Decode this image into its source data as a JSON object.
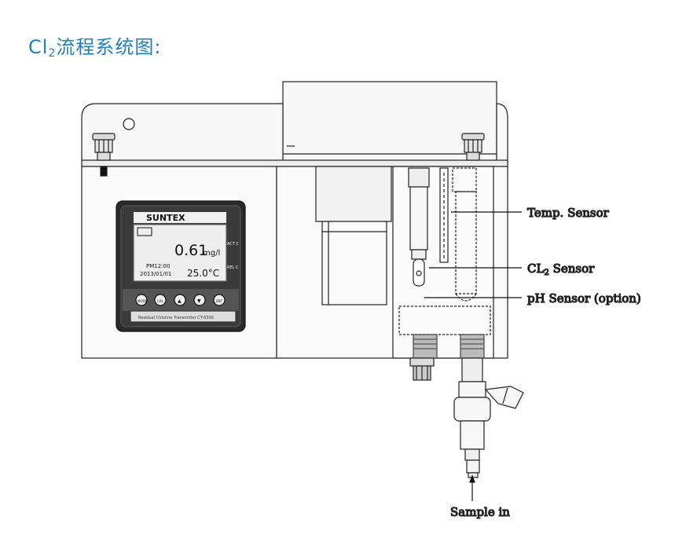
{
  "title": {
    "prefix": "Cl",
    "sub": "2",
    "rest": "流程系统图:"
  },
  "device": {
    "brand": "SUNTEX",
    "reading": "0.61",
    "unit": "mg/l",
    "time": "PM12:00",
    "date": "2013/01/01",
    "temperature": "25.0°C",
    "side_labels": [
      "ACT C",
      "REL C"
    ],
    "buttons": [
      "MODE",
      "CAL",
      "▲",
      "▼",
      "ENT"
    ],
    "footer": "Residual Chlorine Transmitter CT-6300"
  },
  "labels": {
    "temp_sensor": "Temp. Sensor",
    "cl2_sensor_prefix": "CL",
    "cl2_sensor_sub": "2",
    "cl2_sensor_rest": " Sensor",
    "ph_sensor": "pH Sensor (option)",
    "sample_in": "Sample in"
  }
}
